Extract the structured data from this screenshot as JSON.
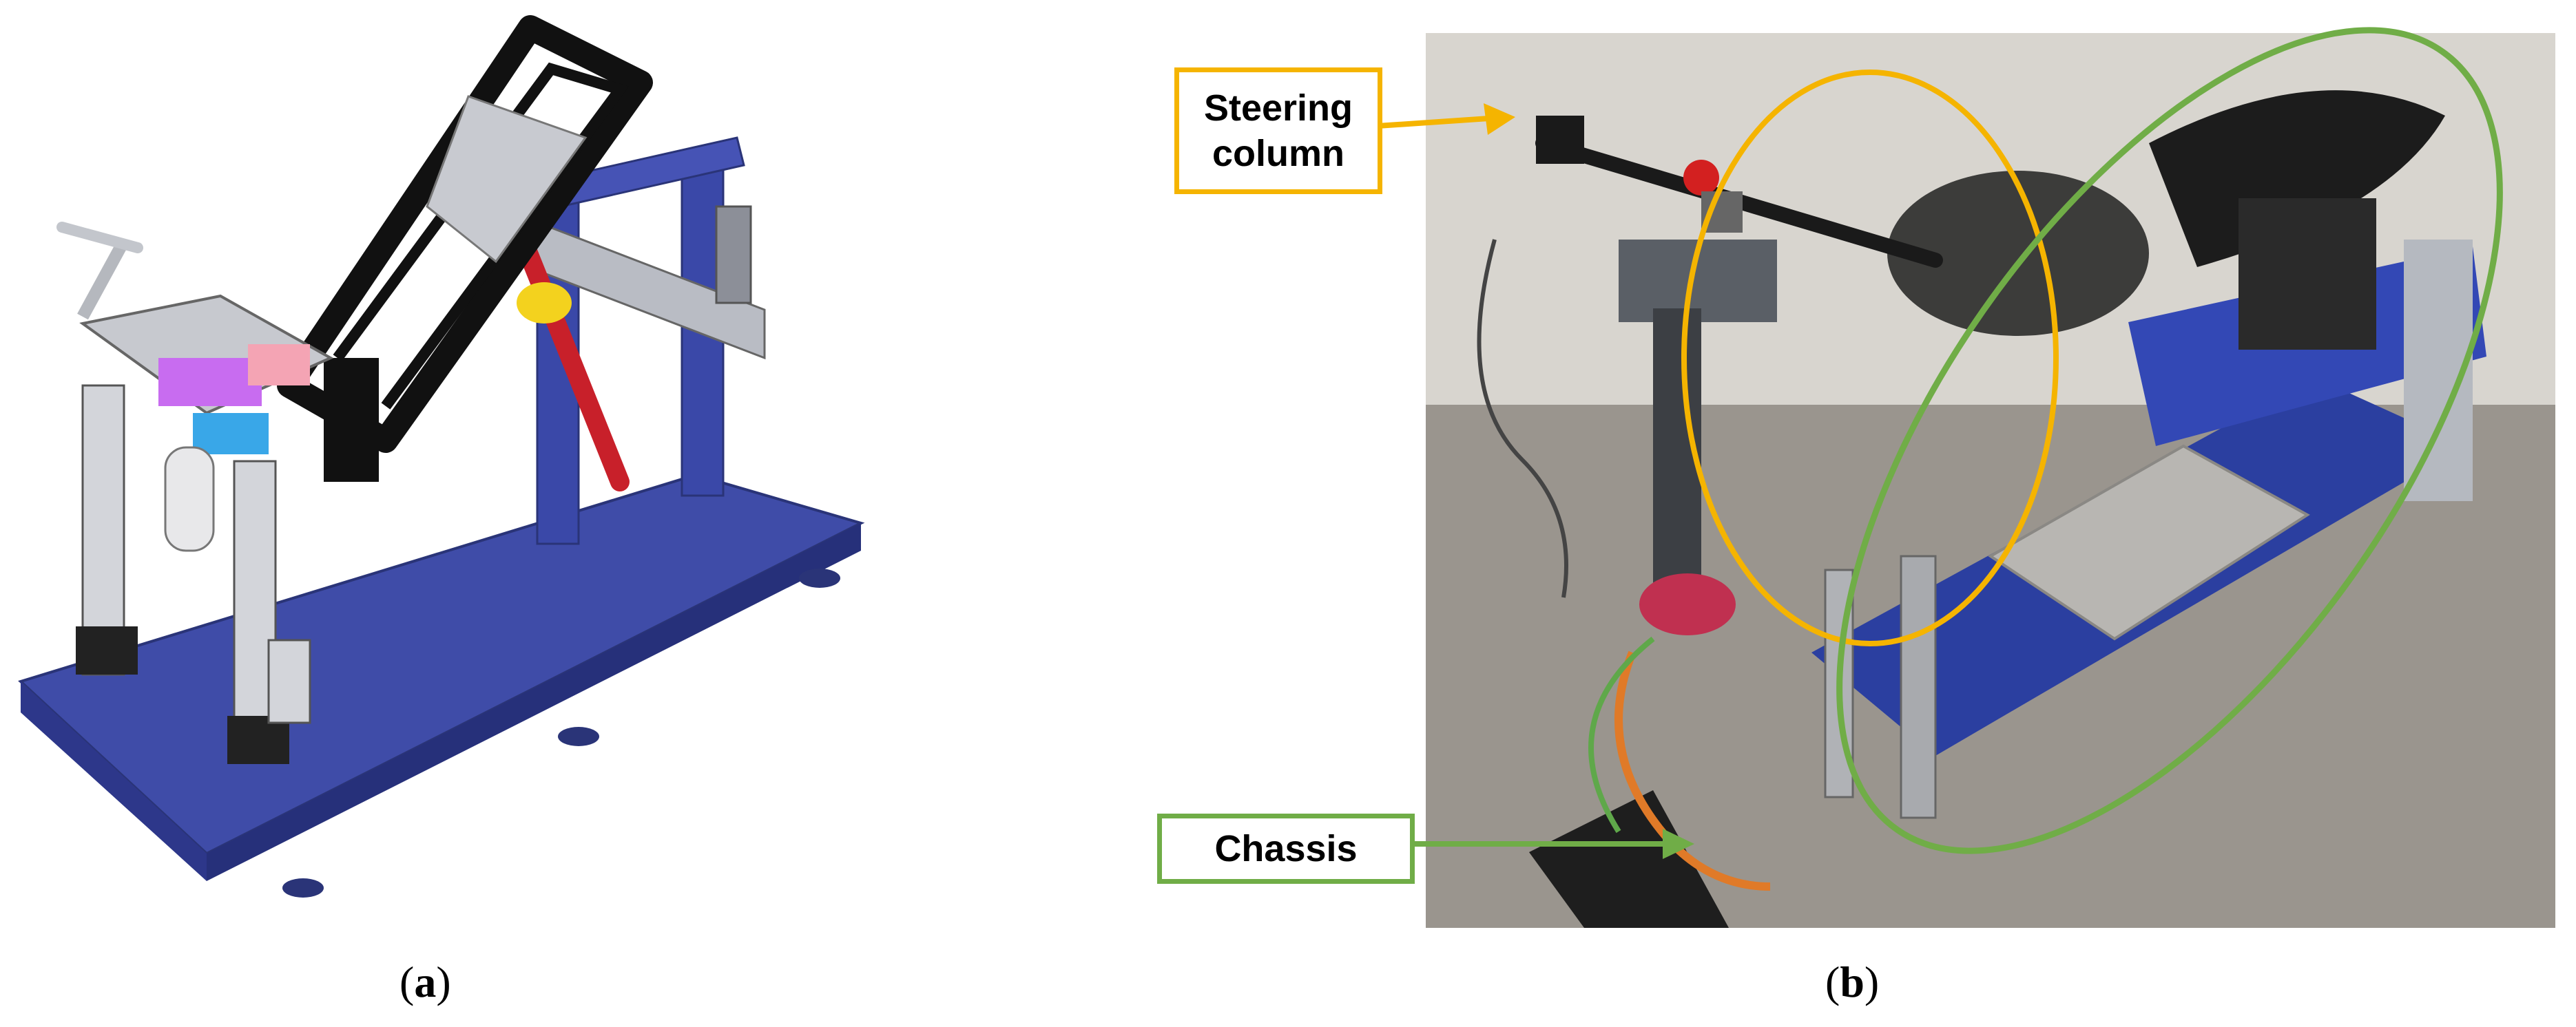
{
  "figure": {
    "panel_a": {
      "caption_open": "(",
      "caption_letter": "a",
      "caption_close": ")"
    },
    "panel_b": {
      "caption_open": "(",
      "caption_letter": "b",
      "caption_close": ")",
      "labels": {
        "steering": {
          "line1": "Steering",
          "line2": "column"
        },
        "chassis": "Chassis"
      }
    }
  },
  "colors": {
    "steering_highlight": "#f5b400",
    "chassis_highlight": "#70ad47",
    "frame_blue": "#3a48a8",
    "frame_black": "#111111",
    "rod_red": "#c8202a"
  }
}
